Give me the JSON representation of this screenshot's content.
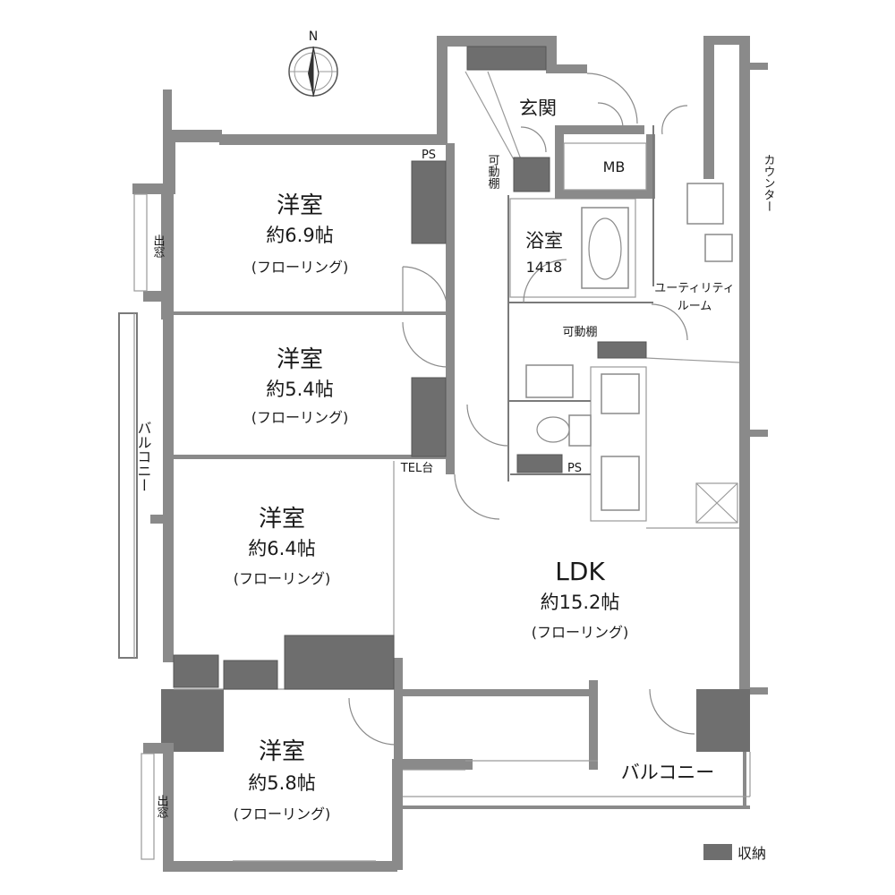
{
  "compass": {
    "north": "N"
  },
  "rooms": [
    {
      "name": "洋室",
      "size": "約6.9帖",
      "floor": "(フローリング)"
    },
    {
      "name": "洋室",
      "size": "約5.4帖",
      "floor": "(フローリング)"
    },
    {
      "name": "洋室",
      "size": "約6.4帖",
      "floor": "(フローリング)"
    },
    {
      "name": "洋室",
      "size": "約5.8帖",
      "floor": "(フローリング)"
    },
    {
      "name": "LDK",
      "size": "約15.2帖",
      "floor": "(フローリング)"
    }
  ],
  "labels": {
    "entrance": "玄関",
    "mb": "MB",
    "ps_top": "PS",
    "ps_mid": "PS",
    "bath": "浴室",
    "bath_size": "1418",
    "shelf_top": "可動棚",
    "shelf_mid": "可動棚",
    "utility_1": "ユーティリティ",
    "utility_2": "ルーム",
    "counter": "カウンター",
    "window_top": "出窓",
    "window_bottom": "出窓",
    "balcony_left": "バルコニー",
    "balcony_bottom": "バルコニー",
    "tel": "TEL台"
  },
  "legend": {
    "label": "収納",
    "color": "#6e6e6e"
  }
}
